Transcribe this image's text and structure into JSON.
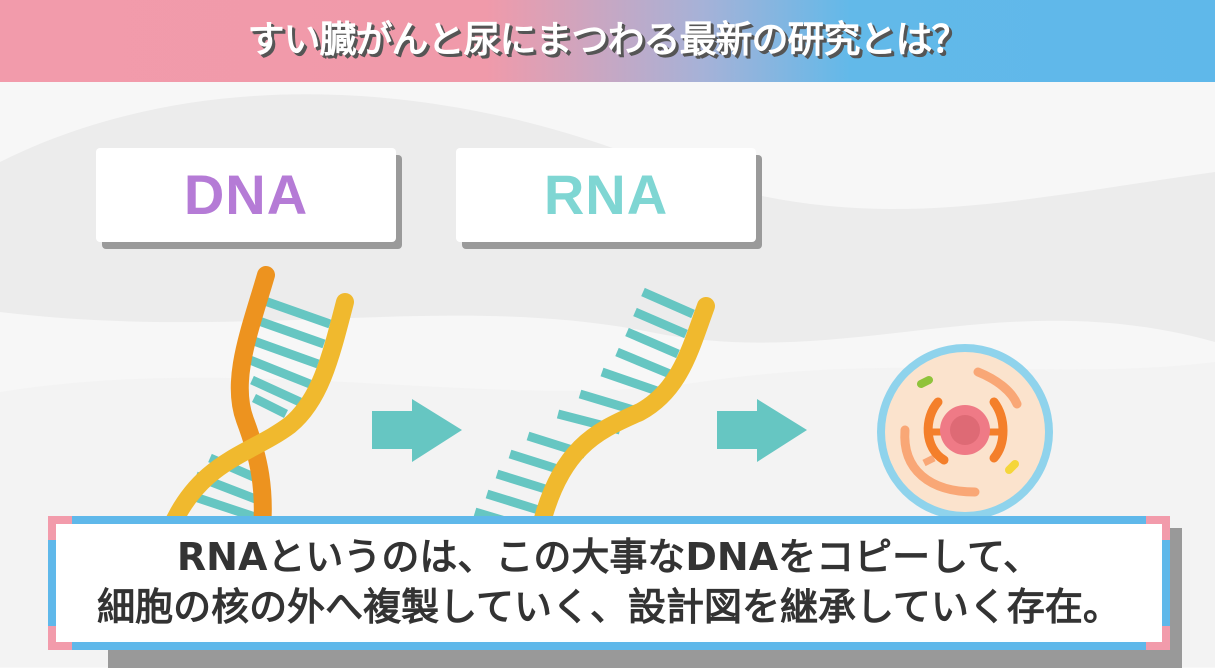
{
  "header": {
    "title": "すい臓がんと尿にまつわる最新の研究とは？"
  },
  "labels": {
    "dna": "DNA",
    "rna": "RNA"
  },
  "illustration": {
    "items": [
      "dna-double-helix-icon",
      "arrow-right-icon",
      "rna-single-strand-icon",
      "arrow-right-icon",
      "cell-icon"
    ]
  },
  "caption": {
    "line1": "RNAというのは、この大事なDNAをコピーして、",
    "line2": "細胞の核の外へ複製していく、設計図を継承していく存在。"
  },
  "colors": {
    "header_pink": "#f29bab",
    "header_blue": "#5fb8ea",
    "dna_text": "#b57bd6",
    "rna_text": "#7fd6d3",
    "strand_orange": "#ed931f",
    "strand_yellow": "#f0b92e",
    "base_teal": "#66c6c2",
    "cell_border": "#8fd3ec",
    "caption_text": "#333333"
  }
}
